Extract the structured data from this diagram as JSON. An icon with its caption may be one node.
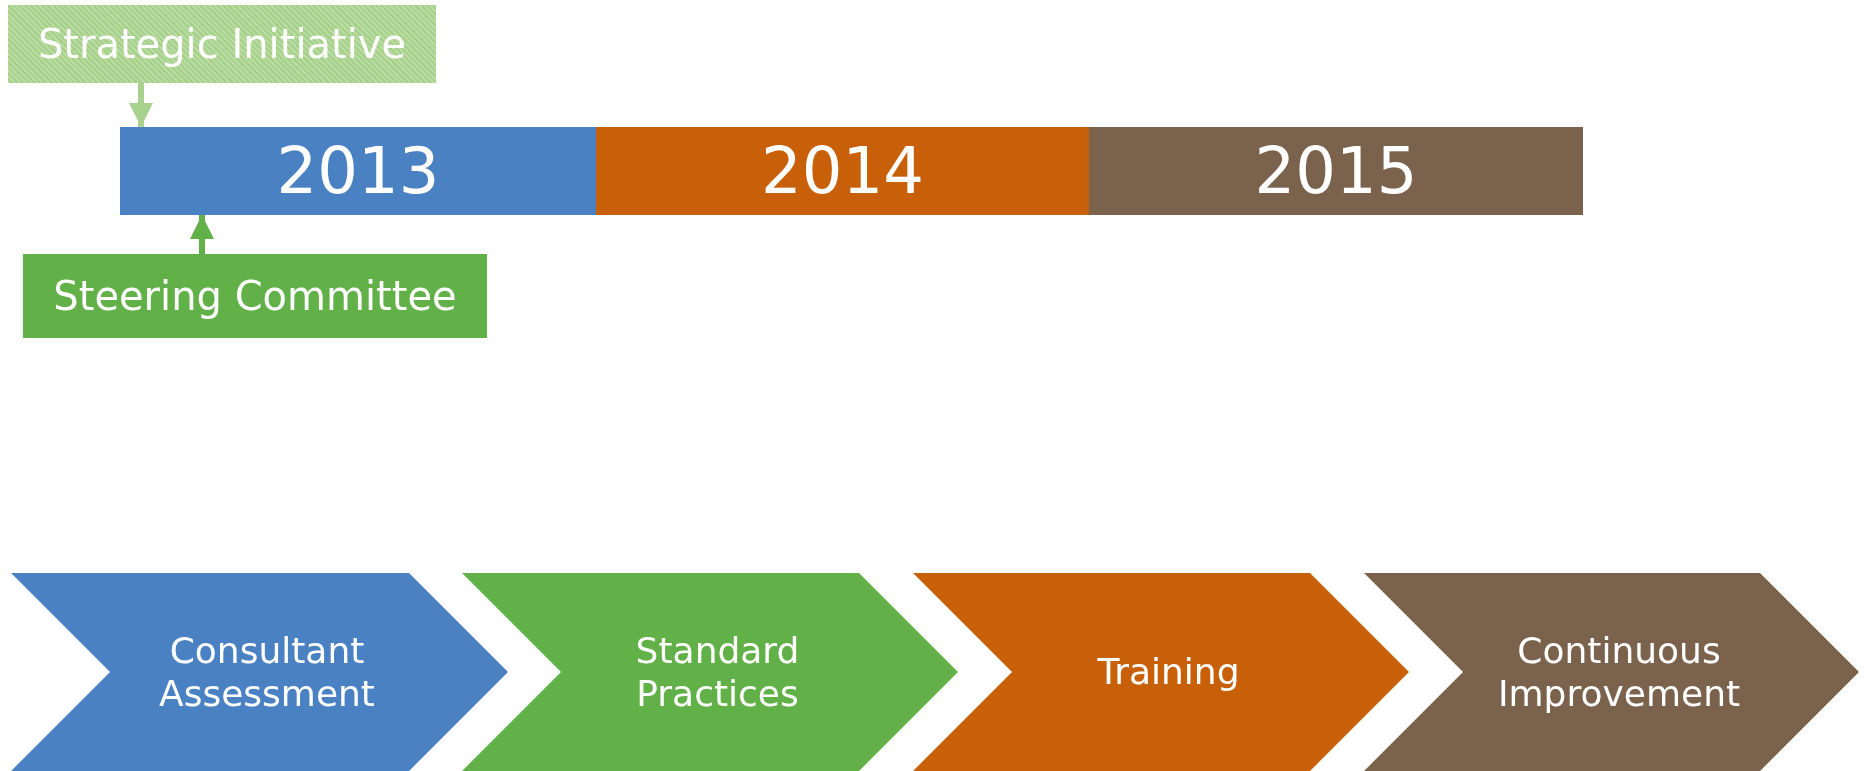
{
  "diagram": {
    "nodes": [
      {
        "text": [
          "Strategic Initiative"
        ]
      },
      {
        "text": [
          "2013"
        ]
      },
      {
        "text": [
          "2014"
        ]
      },
      {
        "text": [
          "2015"
        ]
      },
      {
        "text": [
          "Steering Committee"
        ]
      },
      {
        "text": [
          "Consultant Assessment"
        ]
      },
      {
        "text": [
          "Standard Practices"
        ]
      },
      {
        "text": [
          "Training"
        ]
      },
      {
        "text": [
          "Continuous Improvement"
        ]
      }
    ],
    "edges": [
      {
        "from": 0,
        "to": 1,
        "arrow": "to",
        "color": "#a9d18e"
      },
      {
        "from": 4,
        "to": 1,
        "arrow": "to",
        "color": "#62b148"
      }
    ]
  }
}
